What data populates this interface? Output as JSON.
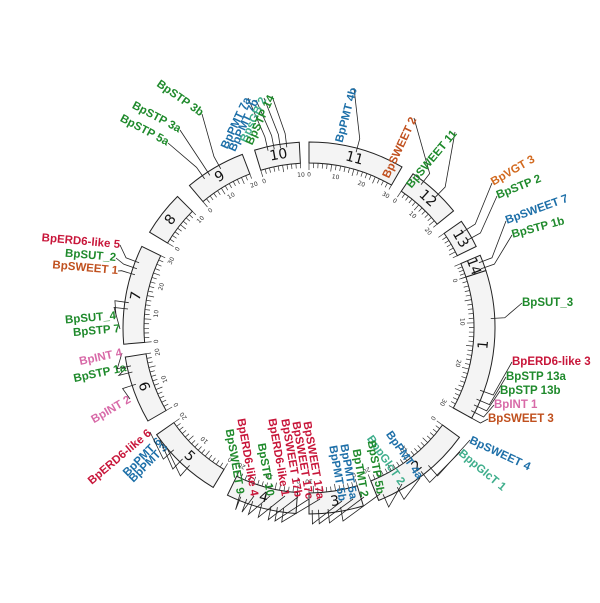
{
  "colors": {
    "green": "#1f8a2c",
    "blue": "#1d6fa8",
    "orange": "#d2691e",
    "red": "#c8163a",
    "pink": "#d86aa8",
    "teal": "#3fae8c",
    "dark_orange": "#c0501e"
  },
  "chromosomes": [
    {
      "label": "1"
    },
    {
      "label": "2"
    },
    {
      "label": "3"
    },
    {
      "label": "4"
    },
    {
      "label": "5"
    },
    {
      "label": "6"
    },
    {
      "label": "7"
    },
    {
      "label": "8"
    },
    {
      "label": "9"
    },
    {
      "label": "10"
    },
    {
      "label": "11"
    },
    {
      "label": "12"
    },
    {
      "label": "13"
    },
    {
      "label": "14"
    }
  ],
  "genes": [
    {
      "name": "BpSUT_3",
      "color": "green"
    },
    {
      "name": "BpERD6-like 3",
      "color": "red"
    },
    {
      "name": "BpSTP 13a",
      "color": "green"
    },
    {
      "name": "BpSTP 13b",
      "color": "green"
    },
    {
      "name": "BpINT 1",
      "color": "pink"
    },
    {
      "name": "BpSWEET 3",
      "color": "dark_orange"
    },
    {
      "name": "BpSWEET 4",
      "color": "blue"
    },
    {
      "name": "BppGlcT 1",
      "color": "teal"
    },
    {
      "name": "BpPMT 4a",
      "color": "blue"
    },
    {
      "name": "BppGlcT 2",
      "color": "teal"
    },
    {
      "name": "BpSTP 5b",
      "color": "green"
    },
    {
      "name": "BpTMT 2",
      "color": "green"
    },
    {
      "name": "BpPMT 5a",
      "color": "blue"
    },
    {
      "name": "BpPMT 5b",
      "color": "blue"
    },
    {
      "name": "BpSWEET 17a",
      "color": "red"
    },
    {
      "name": "BpSWEET 17c",
      "color": "red"
    },
    {
      "name": "BpSWEET 17b",
      "color": "red"
    },
    {
      "name": "BpERD6-like 1",
      "color": "red"
    },
    {
      "name": "BpSTP 10",
      "color": "green"
    },
    {
      "name": "BpERD6-like 4",
      "color": "red"
    },
    {
      "name": "BpSWEET 9",
      "color": "green"
    },
    {
      "name": "BpPMT 3",
      "color": "blue"
    },
    {
      "name": "BpPMT 6",
      "color": "blue"
    },
    {
      "name": "BpERD6-like 6",
      "color": "red"
    },
    {
      "name": "BpINT 2",
      "color": "pink"
    },
    {
      "name": "BpSTP 1a",
      "color": "green"
    },
    {
      "name": "BpINT 4",
      "color": "pink"
    },
    {
      "name": "BpSTP 7",
      "color": "green"
    },
    {
      "name": "BpSUT_4",
      "color": "green"
    },
    {
      "name": "BpSWEET 1",
      "color": "dark_orange"
    },
    {
      "name": "BpSUT_2",
      "color": "green"
    },
    {
      "name": "BpERD6-like 5",
      "color": "red"
    },
    {
      "name": "BpSTP 5a",
      "color": "green"
    },
    {
      "name": "BpSTP 3a",
      "color": "green"
    },
    {
      "name": "BpSTP 3b",
      "color": "green"
    },
    {
      "name": "BpPMT 7a",
      "color": "blue"
    },
    {
      "name": "BpPMT 7b",
      "color": "blue"
    },
    {
      "name": "BpsGB 2",
      "color": "teal"
    },
    {
      "name": "BpSTP 14",
      "color": "green"
    },
    {
      "name": "BpPMT 4b",
      "color": "blue"
    },
    {
      "name": "BpSWEET 2",
      "color": "dark_orange"
    },
    {
      "name": "BpSWEET 11",
      "color": "green"
    },
    {
      "name": "BpVGT 3",
      "color": "orange"
    },
    {
      "name": "BpSTP 2",
      "color": "green"
    },
    {
      "name": "BpSWEET 7",
      "color": "blue"
    },
    {
      "name": "BpSTP 1b",
      "color": "green"
    }
  ]
}
